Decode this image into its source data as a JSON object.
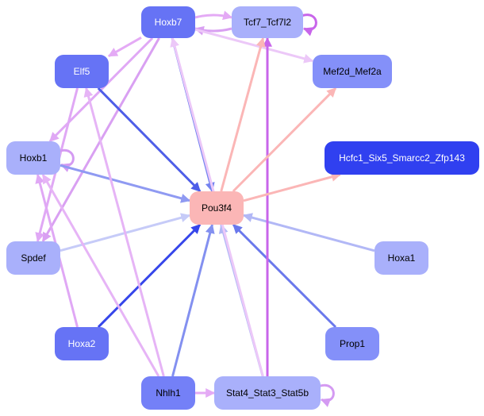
{
  "diagram": {
    "type": "gene-regulatory-network",
    "nodes": [
      {
        "id": "Hoxb7",
        "label": "Hoxb7",
        "fill": "#6673f5",
        "text_color": "#ffffff"
      },
      {
        "id": "Tcf7_Tcf7l2",
        "label": "Tcf7_Tcf7l2",
        "fill": "#a9b0fb",
        "text_color": "#000000"
      },
      {
        "id": "Elf5",
        "label": "Elf5",
        "fill": "#6673f5",
        "text_color": "#ffffff"
      },
      {
        "id": "Mef2d_Mef2a",
        "label": "Mef2d_Mef2a",
        "fill": "#8490f9",
        "text_color": "#000000"
      },
      {
        "id": "Hcfc1_Six5_Smarcc2_Zfp143",
        "label": "Hcfc1_Six5_Smarcc2_Zfp143",
        "fill": "#3040f0",
        "text_color": "#ffffff"
      },
      {
        "id": "Hoxb1",
        "label": "Hoxb1",
        "fill": "#a9b0fb",
        "text_color": "#000000"
      },
      {
        "id": "Pou3f4",
        "label": "Pou3f4",
        "fill": "#fbb6b6",
        "text_color": "#000000"
      },
      {
        "id": "Spdef",
        "label": "Spdef",
        "fill": "#a9b0fb",
        "text_color": "#000000"
      },
      {
        "id": "Hoxa1",
        "label": "Hoxa1",
        "fill": "#a9b0fb",
        "text_color": "#000000"
      },
      {
        "id": "Hoxa2",
        "label": "Hoxa2",
        "fill": "#6673f5",
        "text_color": "#ffffff"
      },
      {
        "id": "Prop1",
        "label": "Prop1",
        "fill": "#8490f9",
        "text_color": "#000000"
      },
      {
        "id": "Nhlh1",
        "label": "Nhlh1",
        "fill": "#7480f7",
        "text_color": "#000000"
      },
      {
        "id": "Stat4_Stat3_Stat5b",
        "label": "Stat4_Stat3_Stat5b",
        "fill": "#a9b0fb",
        "text_color": "#000000"
      }
    ],
    "edges": [
      {
        "from": "Hoxb7",
        "to": "Tcf7_Tcf7l2",
        "color": "#e4aaf5"
      },
      {
        "from": "Tcf7_Tcf7l2",
        "to": "Hoxb7",
        "color": "#d9a0f2"
      },
      {
        "from": "Tcf7_Tcf7l2",
        "to": "Tcf7_Tcf7l2",
        "color": "#c865ea"
      },
      {
        "from": "Hoxb7",
        "to": "Elf5",
        "color": "#e4aaf5"
      },
      {
        "from": "Hoxb7",
        "to": "Mef2d_Mef2a",
        "color": "#ecc8f8"
      },
      {
        "from": "Hoxb7",
        "to": "Hoxb1",
        "color": "#e0a8f5"
      },
      {
        "from": "Hoxb7",
        "to": "Spdef",
        "color": "#d9a0f2"
      },
      {
        "from": "Hoxb7",
        "to": "Pou3f4",
        "color": "#7483f0"
      },
      {
        "from": "Elf5",
        "to": "Pou3f4",
        "color": "#4e5ee8"
      },
      {
        "from": "Elf5",
        "to": "Spdef",
        "color": "#e0a8f5"
      },
      {
        "from": "Hoxb1",
        "to": "Hoxb1",
        "color": "#d49af2"
      },
      {
        "from": "Hoxb1",
        "to": "Pou3f4",
        "color": "#8f9af2"
      },
      {
        "from": "Spdef",
        "to": "Pou3f4",
        "color": "#c6cbf8"
      },
      {
        "from": "Hoxa1",
        "to": "Pou3f4",
        "color": "#b2b8f6"
      },
      {
        "from": "Hoxa2",
        "to": "Pou3f4",
        "color": "#3646ea"
      },
      {
        "from": "Hoxa2",
        "to": "Hoxb1",
        "color": "#e0a8f5"
      },
      {
        "from": "Prop1",
        "to": "Pou3f4",
        "color": "#6a78ec"
      },
      {
        "from": "Nhlh1",
        "to": "Pou3f4",
        "color": "#8390f0"
      },
      {
        "from": "Nhlh1",
        "to": "Elf5",
        "color": "#e6b4f6"
      },
      {
        "from": "Nhlh1",
        "to": "Hoxb1",
        "color": "#e6b4f6"
      },
      {
        "from": "Nhlh1",
        "to": "Stat4_Stat3_Stat5b",
        "color": "#e4aaf5"
      },
      {
        "from": "Stat4_Stat3_Stat5b",
        "to": "Pou3f4",
        "color": "#b2b8f6"
      },
      {
        "from": "Stat4_Stat3_Stat5b",
        "to": "Tcf7_Tcf7l2",
        "color": "#c865ea"
      },
      {
        "from": "Stat4_Stat3_Stat5b",
        "to": "Hoxb7",
        "color": "#ecc8f8"
      },
      {
        "from": "Stat4_Stat3_Stat5b",
        "to": "Stat4_Stat3_Stat5b",
        "color": "#d49af2"
      },
      {
        "from": "Pou3f4",
        "to": "Tcf7_Tcf7l2",
        "color": "#fbb6b6"
      },
      {
        "from": "Pou3f4",
        "to": "Mef2d_Mef2a",
        "color": "#fbb6b6"
      },
      {
        "from": "Pou3f4",
        "to": "Hcfc1_Six5_Smarcc2_Zfp143",
        "color": "#fbb6b6"
      }
    ]
  }
}
